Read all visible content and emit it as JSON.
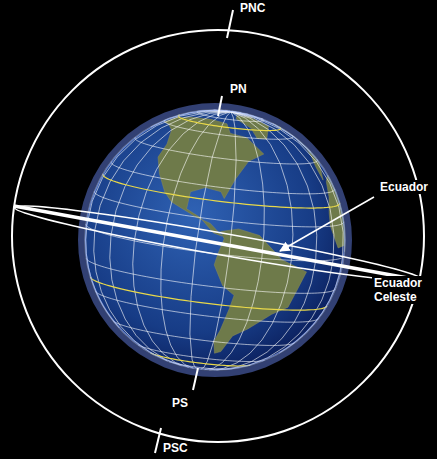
{
  "diagram": {
    "labels": [
      "PNC",
      "PN",
      "Ecuador",
      "Ecuador Celeste",
      "PS",
      "PSC"
    ]
  }
}
